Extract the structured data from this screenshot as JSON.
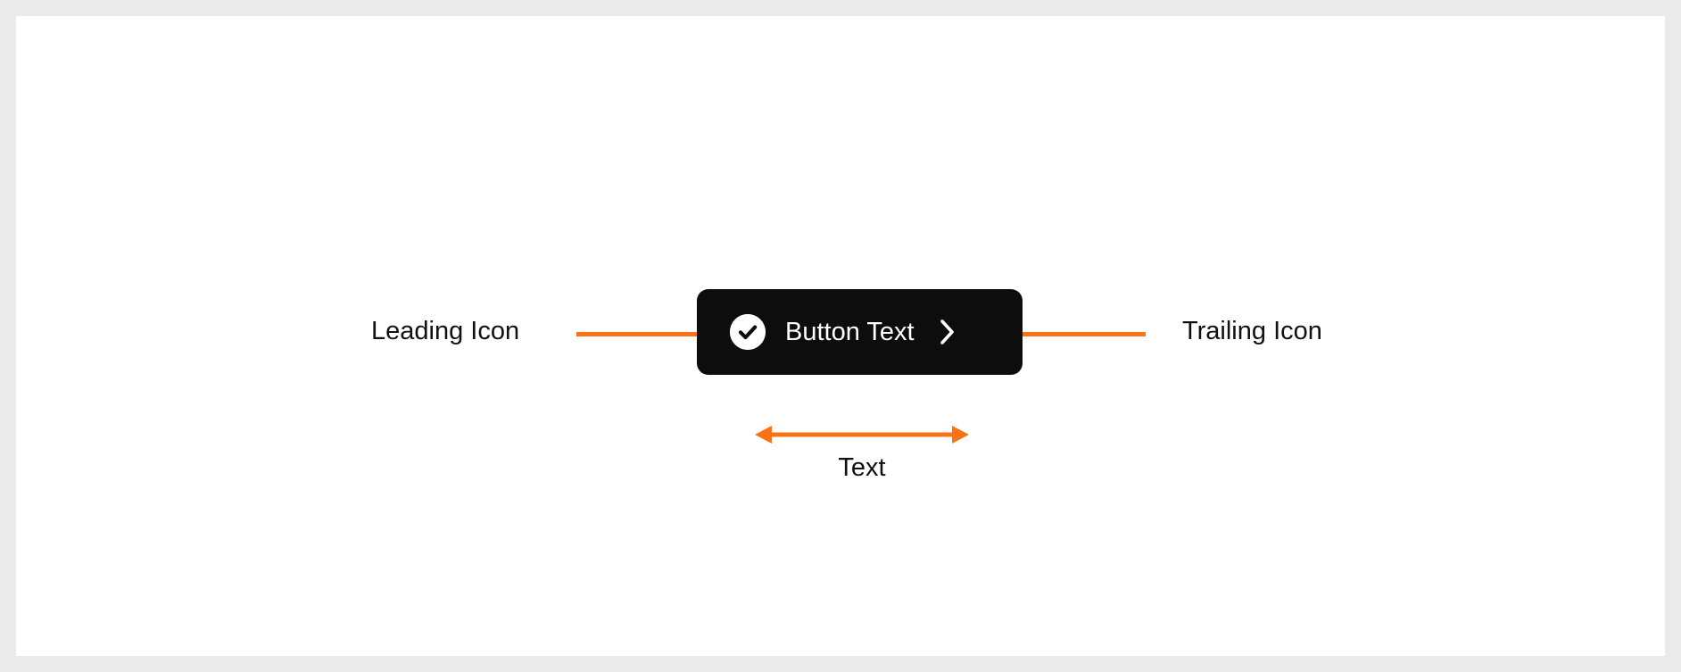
{
  "canvas": {
    "background": "#ffffff",
    "frame_background": "#eaeaea"
  },
  "colors": {
    "accent": "#f97316",
    "button_background": "#0d0d0d",
    "button_text": "#ffffff",
    "label_text": "#111111"
  },
  "button": {
    "text": "Button Text",
    "leading_icon": "check-circle-icon",
    "trailing_icon": "chevron-right-icon",
    "corner_radius": "13px"
  },
  "annotations": {
    "leading": {
      "label": "Leading Icon",
      "connector": "leader-line-with-dot"
    },
    "trailing": {
      "label": "Trailing Icon",
      "connector": "leader-line-with-dot"
    },
    "dimension": {
      "label": "Text",
      "connector": "double-headed-arrow"
    }
  }
}
